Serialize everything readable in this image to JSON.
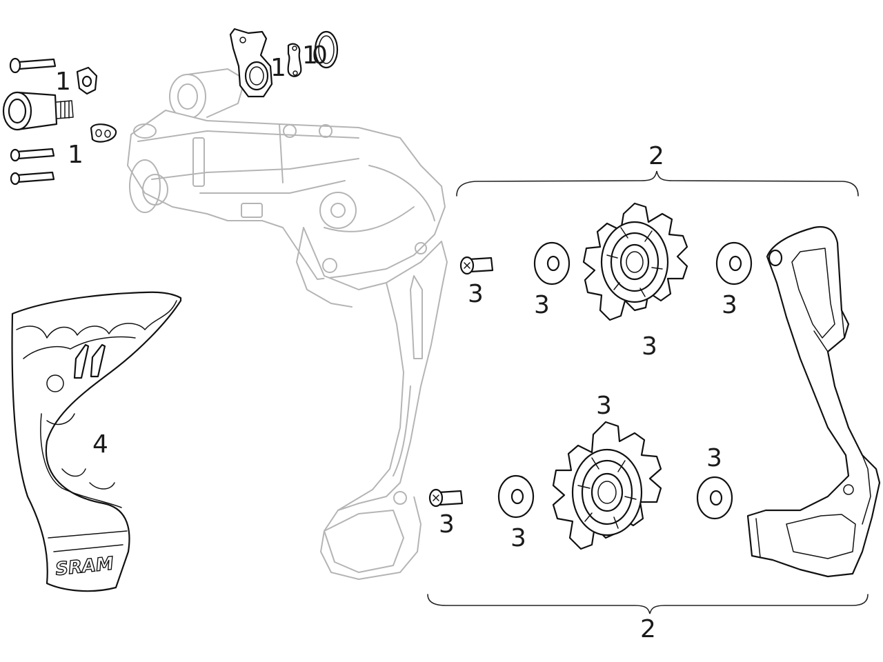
{
  "diagram": {
    "callouts": {
      "hardware_bolt_label": "1",
      "hardware_screws_label": "1",
      "cable_hardware_label_a": "1",
      "cable_hardware_label_b": "1",
      "oring_label": "0",
      "pulley_kit_top_label": "2",
      "pulley_kit_bottom_label": "2",
      "upper_bolt_label": "3",
      "upper_washer_left_label": "3",
      "upper_pulley_label": "3",
      "upper_washer_right_label": "3",
      "lower_pulley_label": "3",
      "lower_washer_right_label": "3",
      "lower_bolt_label": "3",
      "lower_washer_left_label": "3",
      "chain_gap_label": "4"
    },
    "logo_text": "SRAM",
    "gap_tool_mark": "11"
  },
  "colors": {
    "line": "#111111",
    "ghost_line": "#b4b4b4",
    "background": "#ffffff"
  },
  "icons": {
    "bolt": "bolt-icon",
    "washer": "washer-icon",
    "pulley": "pulley-wheel-icon",
    "cage": "cage-plate-icon"
  }
}
